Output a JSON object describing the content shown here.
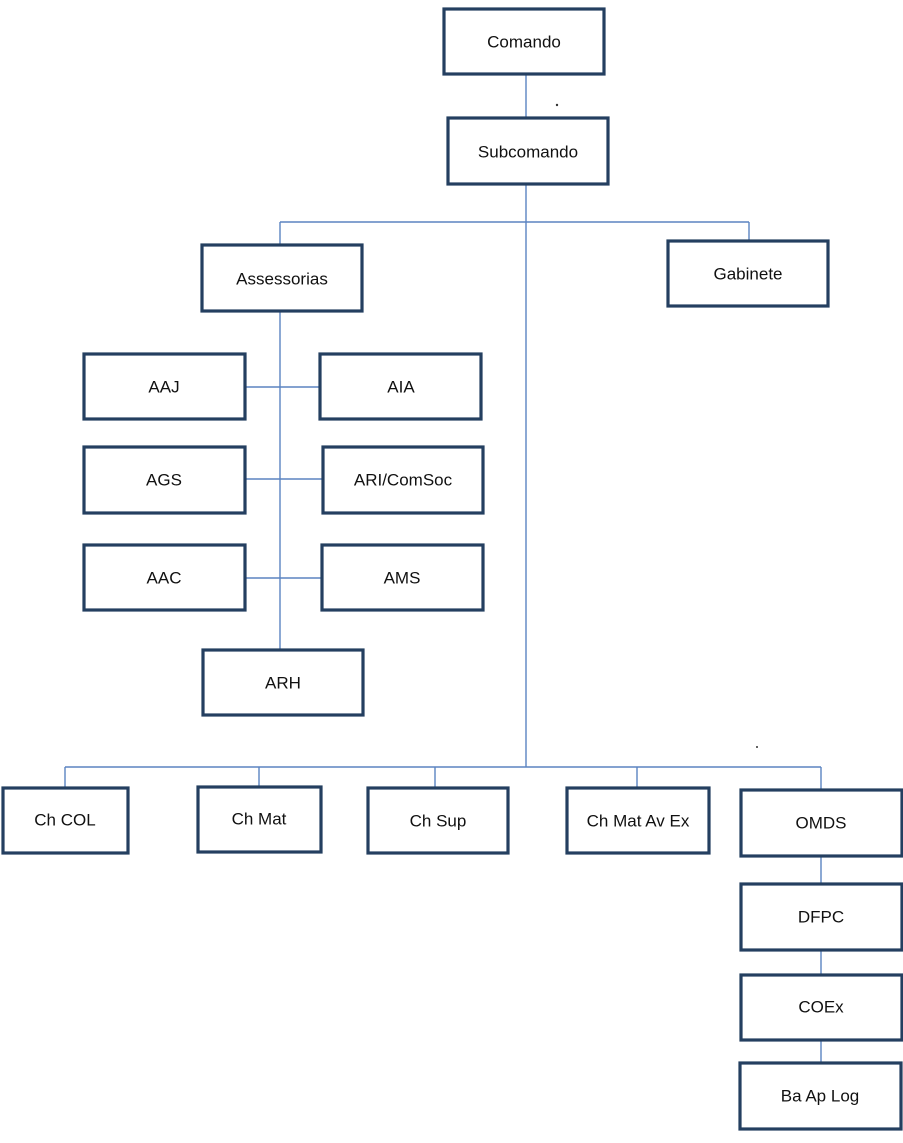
{
  "nodes": {
    "comando": "Comando",
    "subcomando": "Subcomando",
    "assessorias": "Assessorias",
    "gabinete": "Gabinete",
    "aaj": "AAJ",
    "aia": "AIA",
    "ags": "AGS",
    "ari": "ARI/ComSoc",
    "aac": "AAC",
    "ams": "AMS",
    "arh": "ARH",
    "ch_col": "Ch COL",
    "ch_mat": "Ch Mat",
    "ch_sup": "Ch Sup",
    "ch_mat_av_ex": "Ch Mat Av Ex",
    "omds": "OMDS",
    "dfpc": "DFPC",
    "coex": "COEx",
    "ba_ap_log": "Ba Ap Log"
  },
  "colors": {
    "box_border": "#243f60",
    "connector": "#5b84c1",
    "text": "#111111"
  }
}
